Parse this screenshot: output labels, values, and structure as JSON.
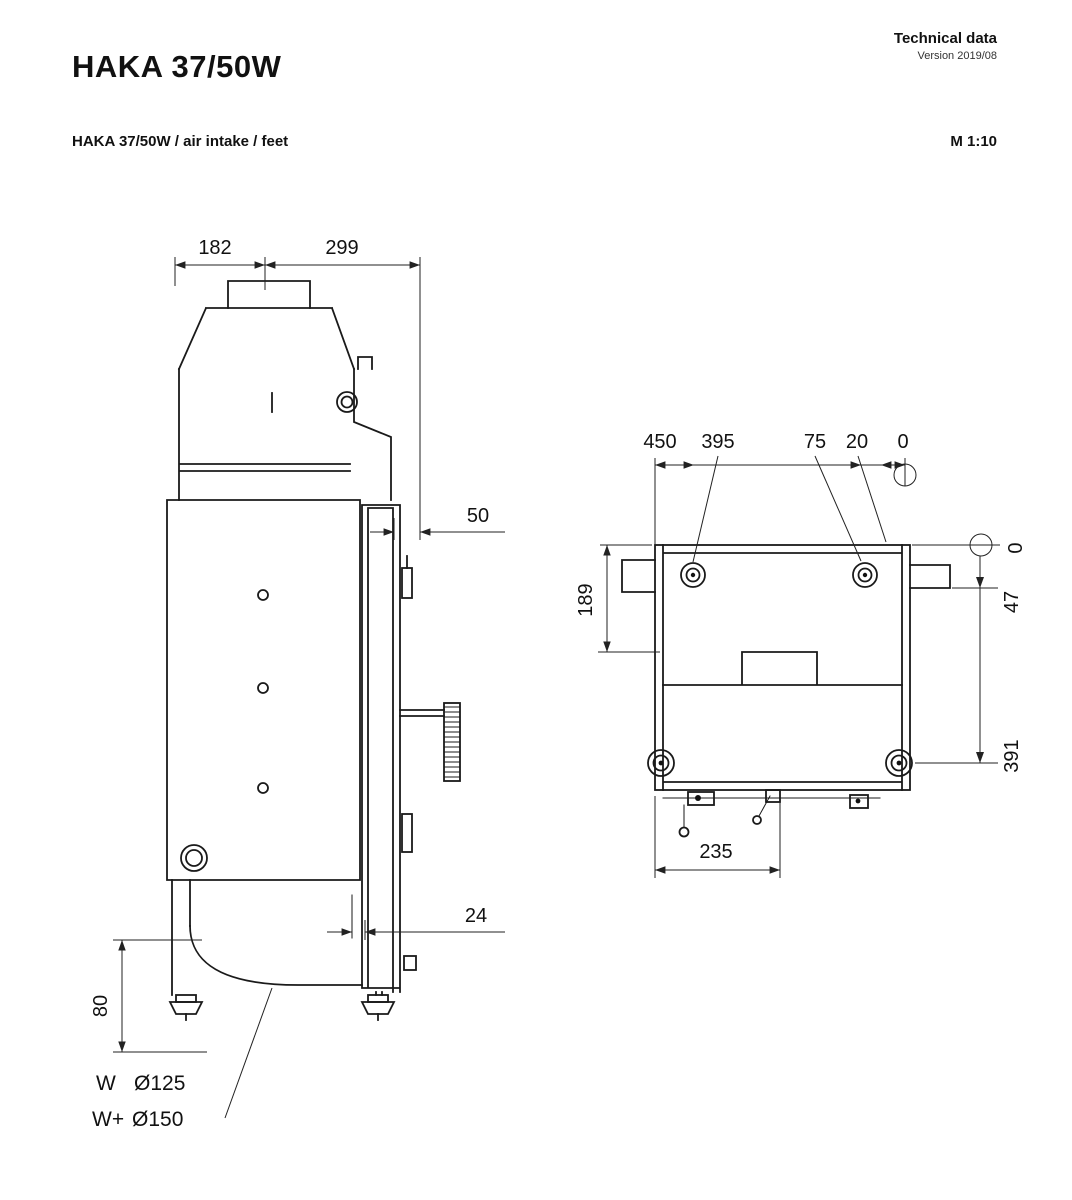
{
  "header": {
    "title": "HAKA 37/50W",
    "tech_label": "Technical data",
    "version": "Version 2019/08",
    "subtitle": "HAKA 37/50W / air intake / feet",
    "scale": "M 1:10"
  },
  "side_view": {
    "dim_182": "182",
    "dim_299": "299",
    "dim_50": "50",
    "dim_24": "24",
    "dim_80": "80",
    "label_w": "W",
    "label_w_dia": "Ø125",
    "label_wplus": "W+",
    "label_wplus_dia": "Ø150"
  },
  "top_view": {
    "dim_450": "450",
    "dim_395": "395",
    "dim_75": "75",
    "dim_20": "20",
    "dim_0_top": "0",
    "dim_189": "189",
    "dim_0_right": "0",
    "dim_47": "47",
    "dim_391": "391",
    "dim_235": "235"
  }
}
